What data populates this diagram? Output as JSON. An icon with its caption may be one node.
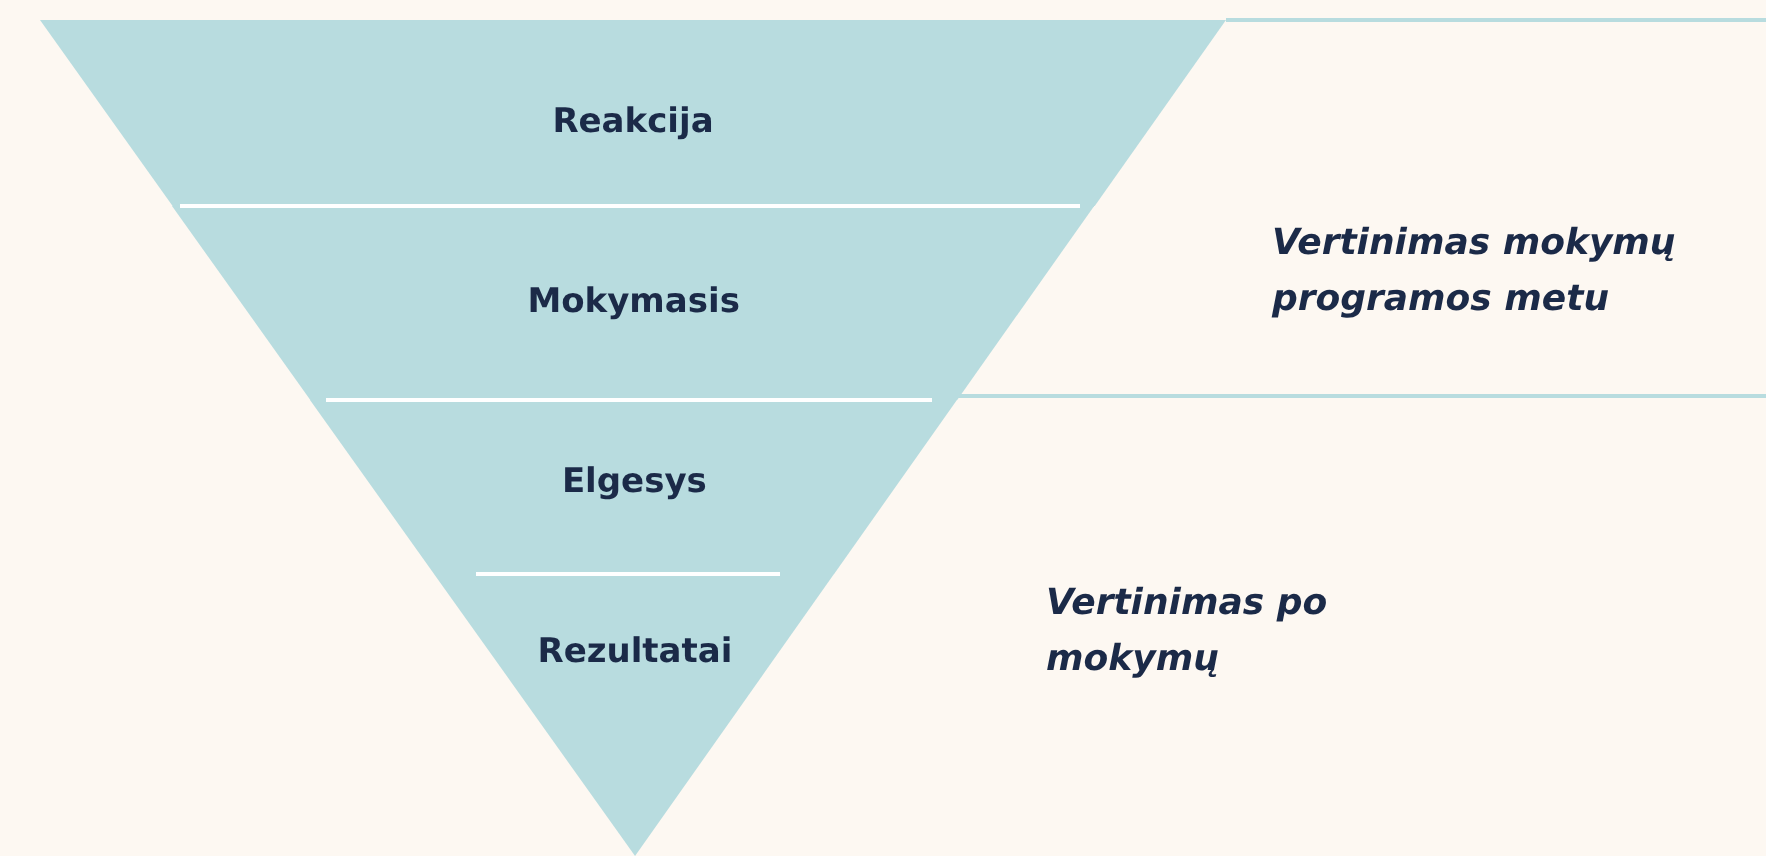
{
  "diagram": {
    "nodes": [
      {
        "text": [
          "Reakcija"
        ]
      },
      {
        "text": [
          "Mokymasis"
        ]
      },
      {
        "text": [
          "Elgesys"
        ]
      },
      {
        "text": [
          "Rezultatai"
        ]
      }
    ],
    "labels": [
      "Vertinimas mokymų programos metu",
      "Vertinimas po mokymų"
    ]
  }
}
